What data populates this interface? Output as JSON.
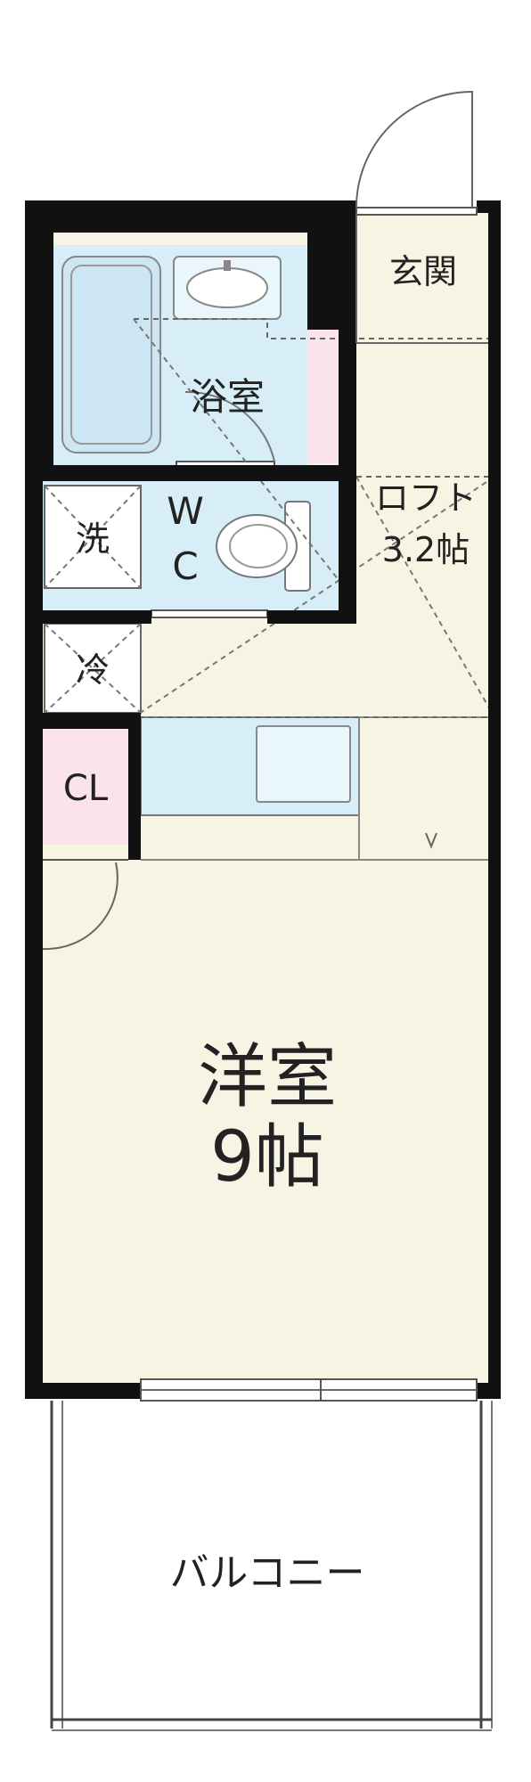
{
  "colors": {
    "wall": "#111111",
    "floor": "#f8f4e4",
    "wet": "#d7eef8",
    "closet": "#fbe3ec",
    "outline": "#555555"
  },
  "rooms": {
    "entrance": "玄関",
    "bath": "浴室",
    "wc_w": "W",
    "wc_c": "C",
    "loft_name": "ロフト",
    "loft_size": "3.2帖",
    "washer": "洗",
    "fridge": "冷",
    "closet": "CL",
    "western_name": "洋室",
    "western_size": "9帖",
    "balcony": "バルコニー"
  },
  "icons": [
    "door-swing-icon",
    "bathtub-icon",
    "sink-icon",
    "toilet-icon",
    "kitchen-sink-icon"
  ]
}
